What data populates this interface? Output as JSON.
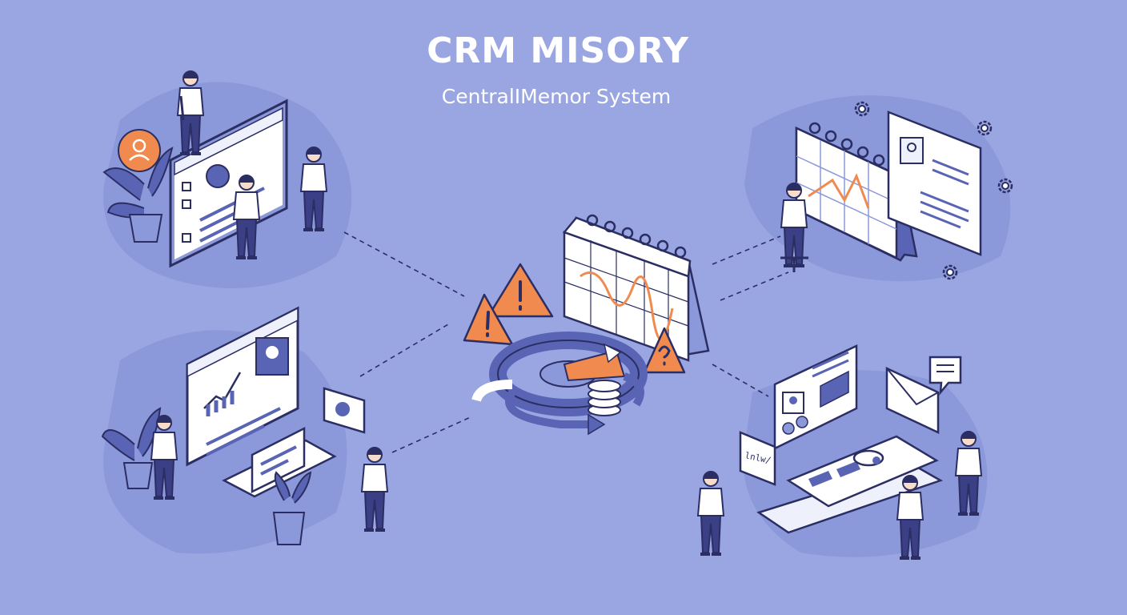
{
  "header": {
    "title": "CRM MISORY",
    "subtitle": "CentralIMemor System"
  },
  "colors": {
    "background": "#9aa6e2",
    "blob": "#8b98da",
    "outline": "#2b2e62",
    "panel": "#ffffff",
    "accent_blue": "#5964b4",
    "accent_orange": "#f08a4e",
    "skin": "#f6dcc9",
    "hair": "#2b2e62"
  },
  "chart_glyph": {
    "text": "lnlw/"
  },
  "icons": [
    "user-avatar-icon",
    "warning-icon",
    "calendar-icon",
    "gear-icon",
    "envelope-icon",
    "chat-bubble-icon",
    "database-icon",
    "cycle-arrows-icon",
    "plant-icon"
  ]
}
